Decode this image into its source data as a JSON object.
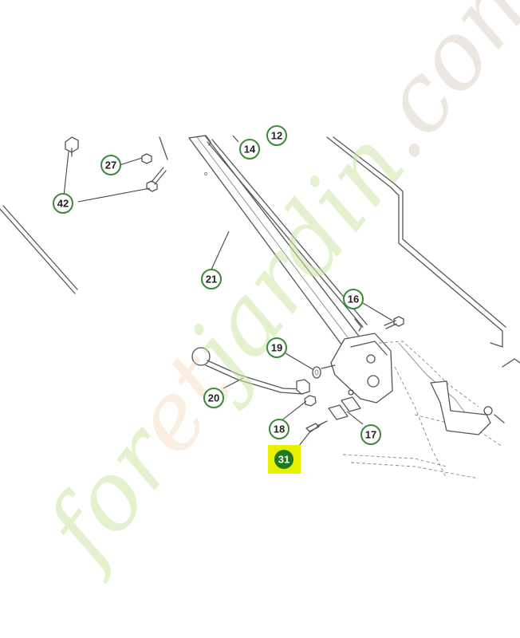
{
  "diagram": {
    "watermark": {
      "part1": "for",
      "part2": "et",
      "part3": "jardin",
      "part4": ".com"
    },
    "callouts": [
      {
        "id": "c14",
        "label": "14"
      },
      {
        "id": "c12",
        "label": "12"
      },
      {
        "id": "c27",
        "label": "27"
      },
      {
        "id": "c42",
        "label": "42"
      },
      {
        "id": "c21",
        "label": "21"
      },
      {
        "id": "c16",
        "label": "16"
      },
      {
        "id": "c19",
        "label": "19"
      },
      {
        "id": "c20",
        "label": "20"
      },
      {
        "id": "c18",
        "label": "18"
      },
      {
        "id": "c17",
        "label": "17"
      }
    ],
    "highlighted_part": {
      "label": "31",
      "highlight_color": "#e6f000",
      "badge_color": "#1f7a1f"
    },
    "callout_stroke_color": "#3a8a3a"
  }
}
